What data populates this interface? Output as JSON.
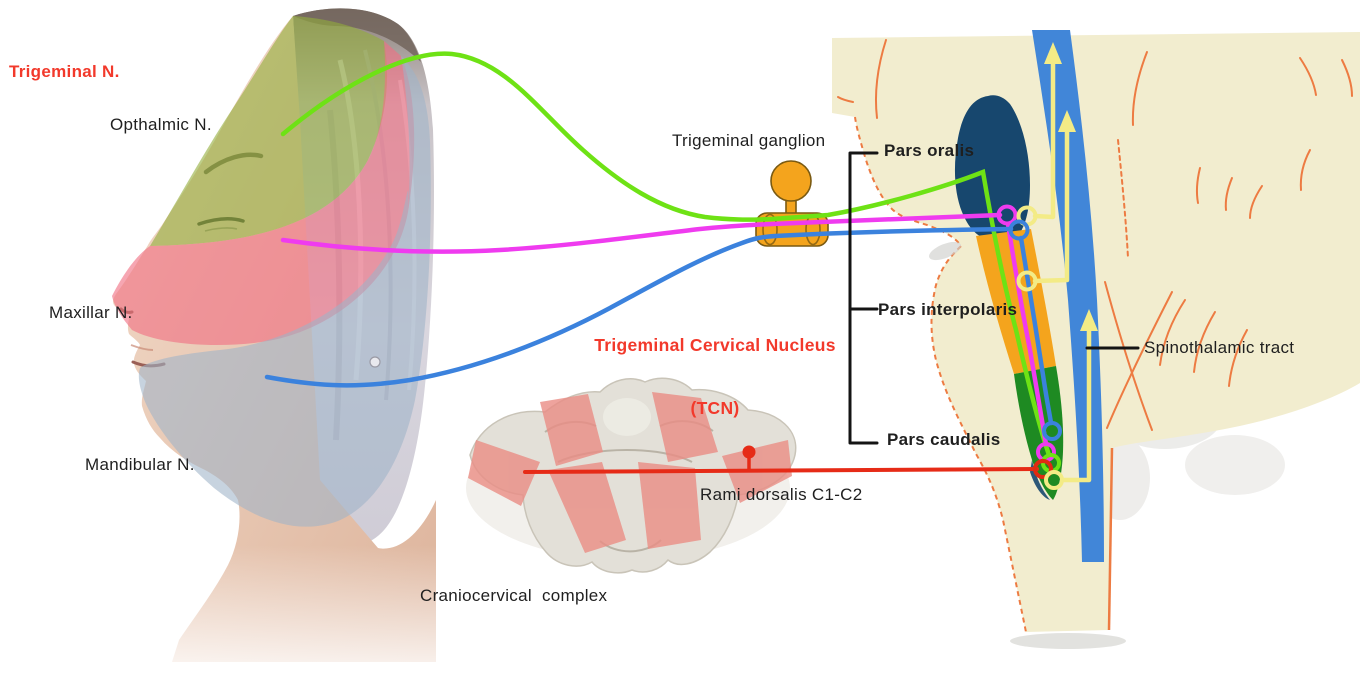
{
  "labels": {
    "trigeminal_n": "Trigeminal N.",
    "opthalmic_n": "Opthalmic N.",
    "maxillar_n": "Maxillar N.",
    "mandibular_n": "Mandibular N.",
    "trigeminal_ganglion": "Trigeminal ganglion",
    "tcn_title": "Trigeminal Cervical Nucleus",
    "tcn_abbr": "(TCN)",
    "pars_oralis": "Pars oralis",
    "pars_interpolaris": "Pars interpolaris",
    "pars_caudalis": "Pars caudalis",
    "spinothalamic_tract": "Spinothalamic tract",
    "rami_dorsalis": "Rami dorsalis C1-C2",
    "craniocervical_complex": "Craniocervical  complex"
  },
  "colors": {
    "label_red": "#f2392b",
    "label_black": "#1f1f1f",
    "ophthalmic_region_green": "#93ad3a",
    "maxillary_region_pink": "#f07083",
    "mandibular_region_blue": "#9fb3c8",
    "line_green": "#6ee215",
    "line_magenta": "#ef3bef",
    "line_blue": "#3b82dd",
    "line_red": "#e62b17",
    "line_yellow": "#f3eb86",
    "pars_oralis_navy": "#17476e",
    "pars_interpolaris_orange": "#f4a41d",
    "pars_caudalis_green": "#1e8a22",
    "spinothalamic_tract_blue": "#4186d8",
    "brainstem_beige": "#f2edcf",
    "contour_orange": "#ed7b42",
    "ganglion_orange": "#f4a41d"
  },
  "nucleus_parts": [
    {
      "label": "Pars oralis",
      "color": "#17476e"
    },
    {
      "label": "Pars interpolaris",
      "color": "#f4a41d"
    },
    {
      "label": "Pars caudalis",
      "color": "#1e8a22"
    }
  ],
  "nerve_branches": [
    {
      "label": "Opthalmic N.",
      "color": "#6ee215"
    },
    {
      "label": "Maxillar N.",
      "color": "#ef3bef"
    },
    {
      "label": "Mandibular N.",
      "color": "#3b82dd"
    }
  ]
}
